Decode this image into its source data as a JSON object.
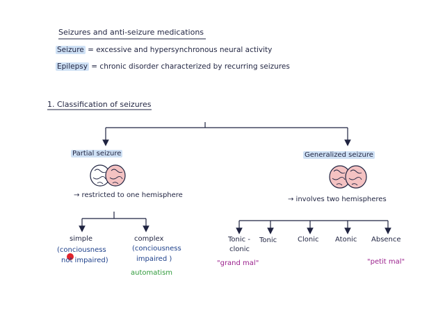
{
  "title": "Seizures and anti-seizure medications",
  "definitions": [
    {
      "term": "Seizure",
      "text": "= excessive and hypersynchronous neural activity"
    },
    {
      "term": "Epilepsy",
      "text": "= chronic disorder characterized by recurring seizures"
    }
  ],
  "section_heading": "1. Classification of seizures",
  "partial": {
    "label": "Partial seizure",
    "description": "→ restricted to one hemisphere",
    "simple": {
      "label": "simple",
      "note_line1": "(conciousness",
      "note_line2": "not impaired)"
    },
    "complex": {
      "label": "complex",
      "note_line1": "(conciousness",
      "note_line2": "impaired )",
      "extra": "automatism"
    }
  },
  "generalized": {
    "label": "Generalized seizure",
    "description": "→ involves two hemispheres",
    "types": [
      {
        "label_line1": "Tonic -",
        "label_line2": "clonic",
        "note": "\"grand mal\""
      },
      {
        "label_line1": "Tonic",
        "label_line2": "",
        "note": ""
      },
      {
        "label_line1": "Clonic",
        "label_line2": "",
        "note": ""
      },
      {
        "label_line1": "Atonic",
        "label_line2": "",
        "note": ""
      },
      {
        "label_line1": "Absence",
        "label_line2": "",
        "note": "\"petit mal\""
      }
    ]
  },
  "colors": {
    "ink": "#1f2340",
    "highlight": "#cfe1f5",
    "brain_fill": "#f4c2c2",
    "note_purple": "#9a1f8c",
    "note_green": "#2f9a3a",
    "note_blue": "#1c3f8a",
    "pointer_red": "#e0242c"
  }
}
